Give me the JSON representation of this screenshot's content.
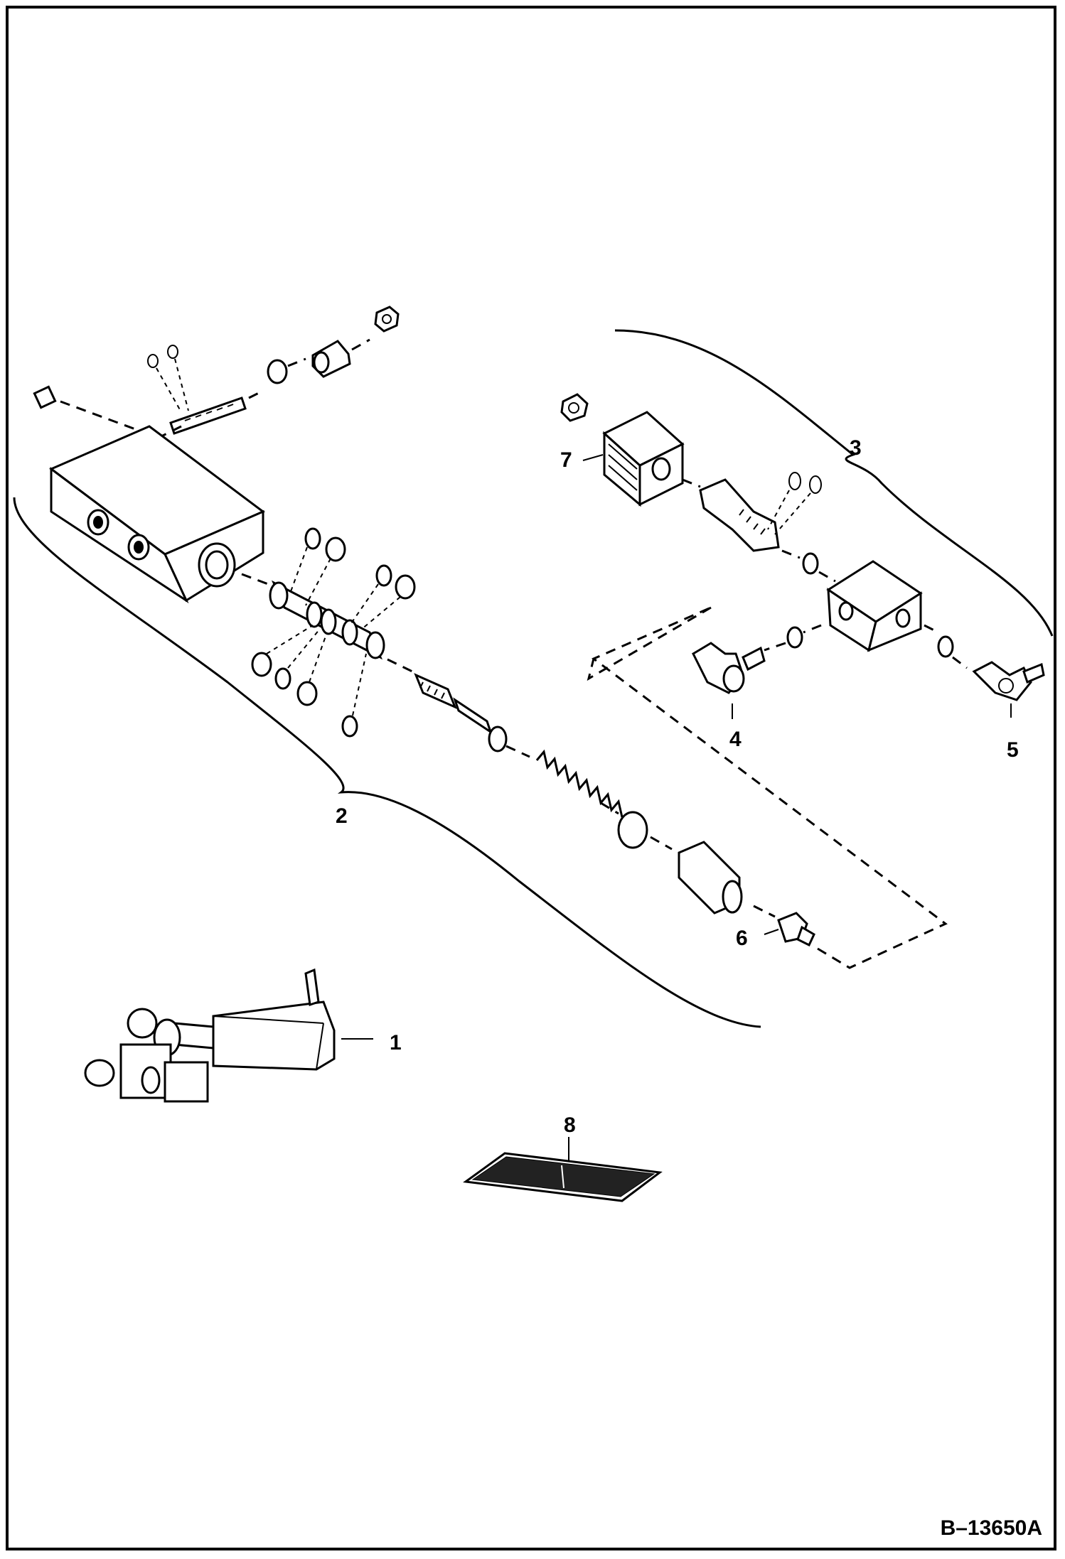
{
  "figure_number": "B–13650A",
  "callouts": {
    "c1": "1",
    "c2": "2",
    "c3": "3",
    "c4": "4",
    "c5": "5",
    "c6": "6",
    "c7": "7",
    "c8": "8"
  }
}
